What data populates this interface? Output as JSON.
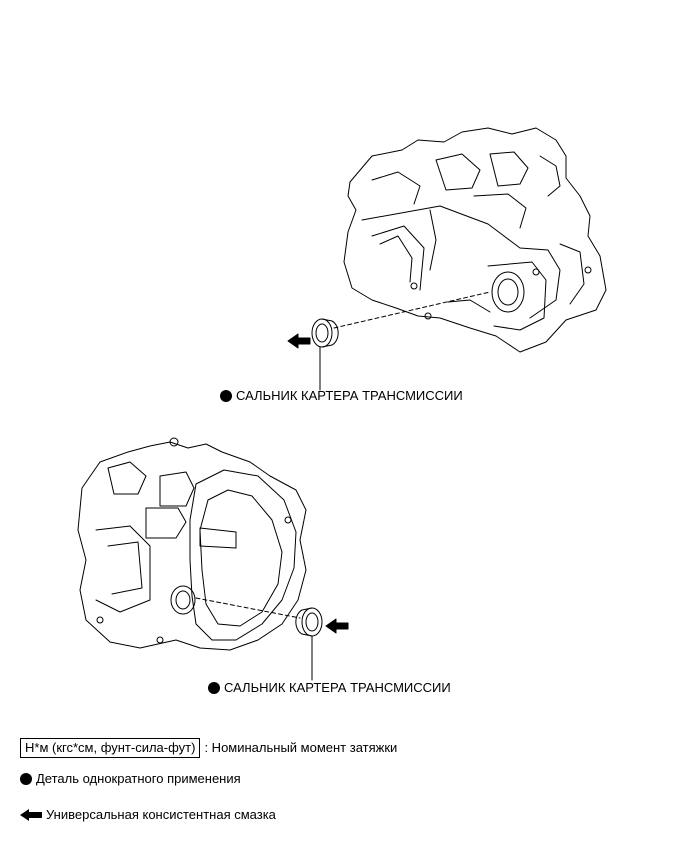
{
  "callouts": {
    "seal_top": "САЛЬНИК КАРТЕРА ТРАНСМИССИИ",
    "seal_bottom": "САЛЬНИК КАРТЕРА ТРАНСМИССИИ"
  },
  "legend": {
    "torque_unit": "Н*м (кгс*см, фунт-сила-фут)",
    "torque_desc": ": Номинальный момент затяжки",
    "non_reusable_desc": "Деталь однократного применения",
    "grease_desc": "Универсальная консистентная смазка"
  },
  "icons": {
    "non_reusable": "filled-circle-icon",
    "grease": "left-arrow-icon"
  }
}
